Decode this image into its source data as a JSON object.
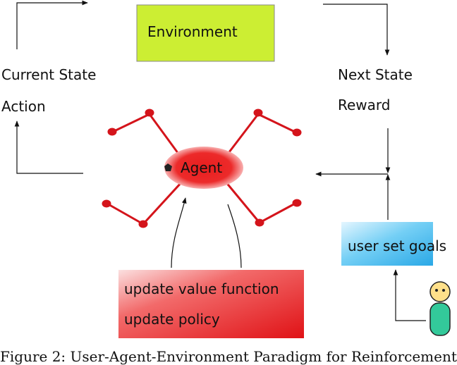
{
  "nodes": {
    "environment": "Environment",
    "agent": "Agent",
    "user_goals": "user set goals",
    "update_value": "update value function",
    "update_policy": "update policy"
  },
  "edges": {
    "current_state": "Current State",
    "action": "Action",
    "next_state": "Next State",
    "reward": "Reward"
  },
  "caption": "Figure 2: User-Agent-Environment Paradigm for Reinforcement",
  "colors": {
    "environment_fill": "#ccee33",
    "agent_fill": "#e81e1e",
    "legs": "#d4141b",
    "user_goals_fill": "#3ab8f0",
    "update_fill": "#e8161a",
    "person_body": "#33c99a",
    "person_head": "#ffe08a"
  }
}
